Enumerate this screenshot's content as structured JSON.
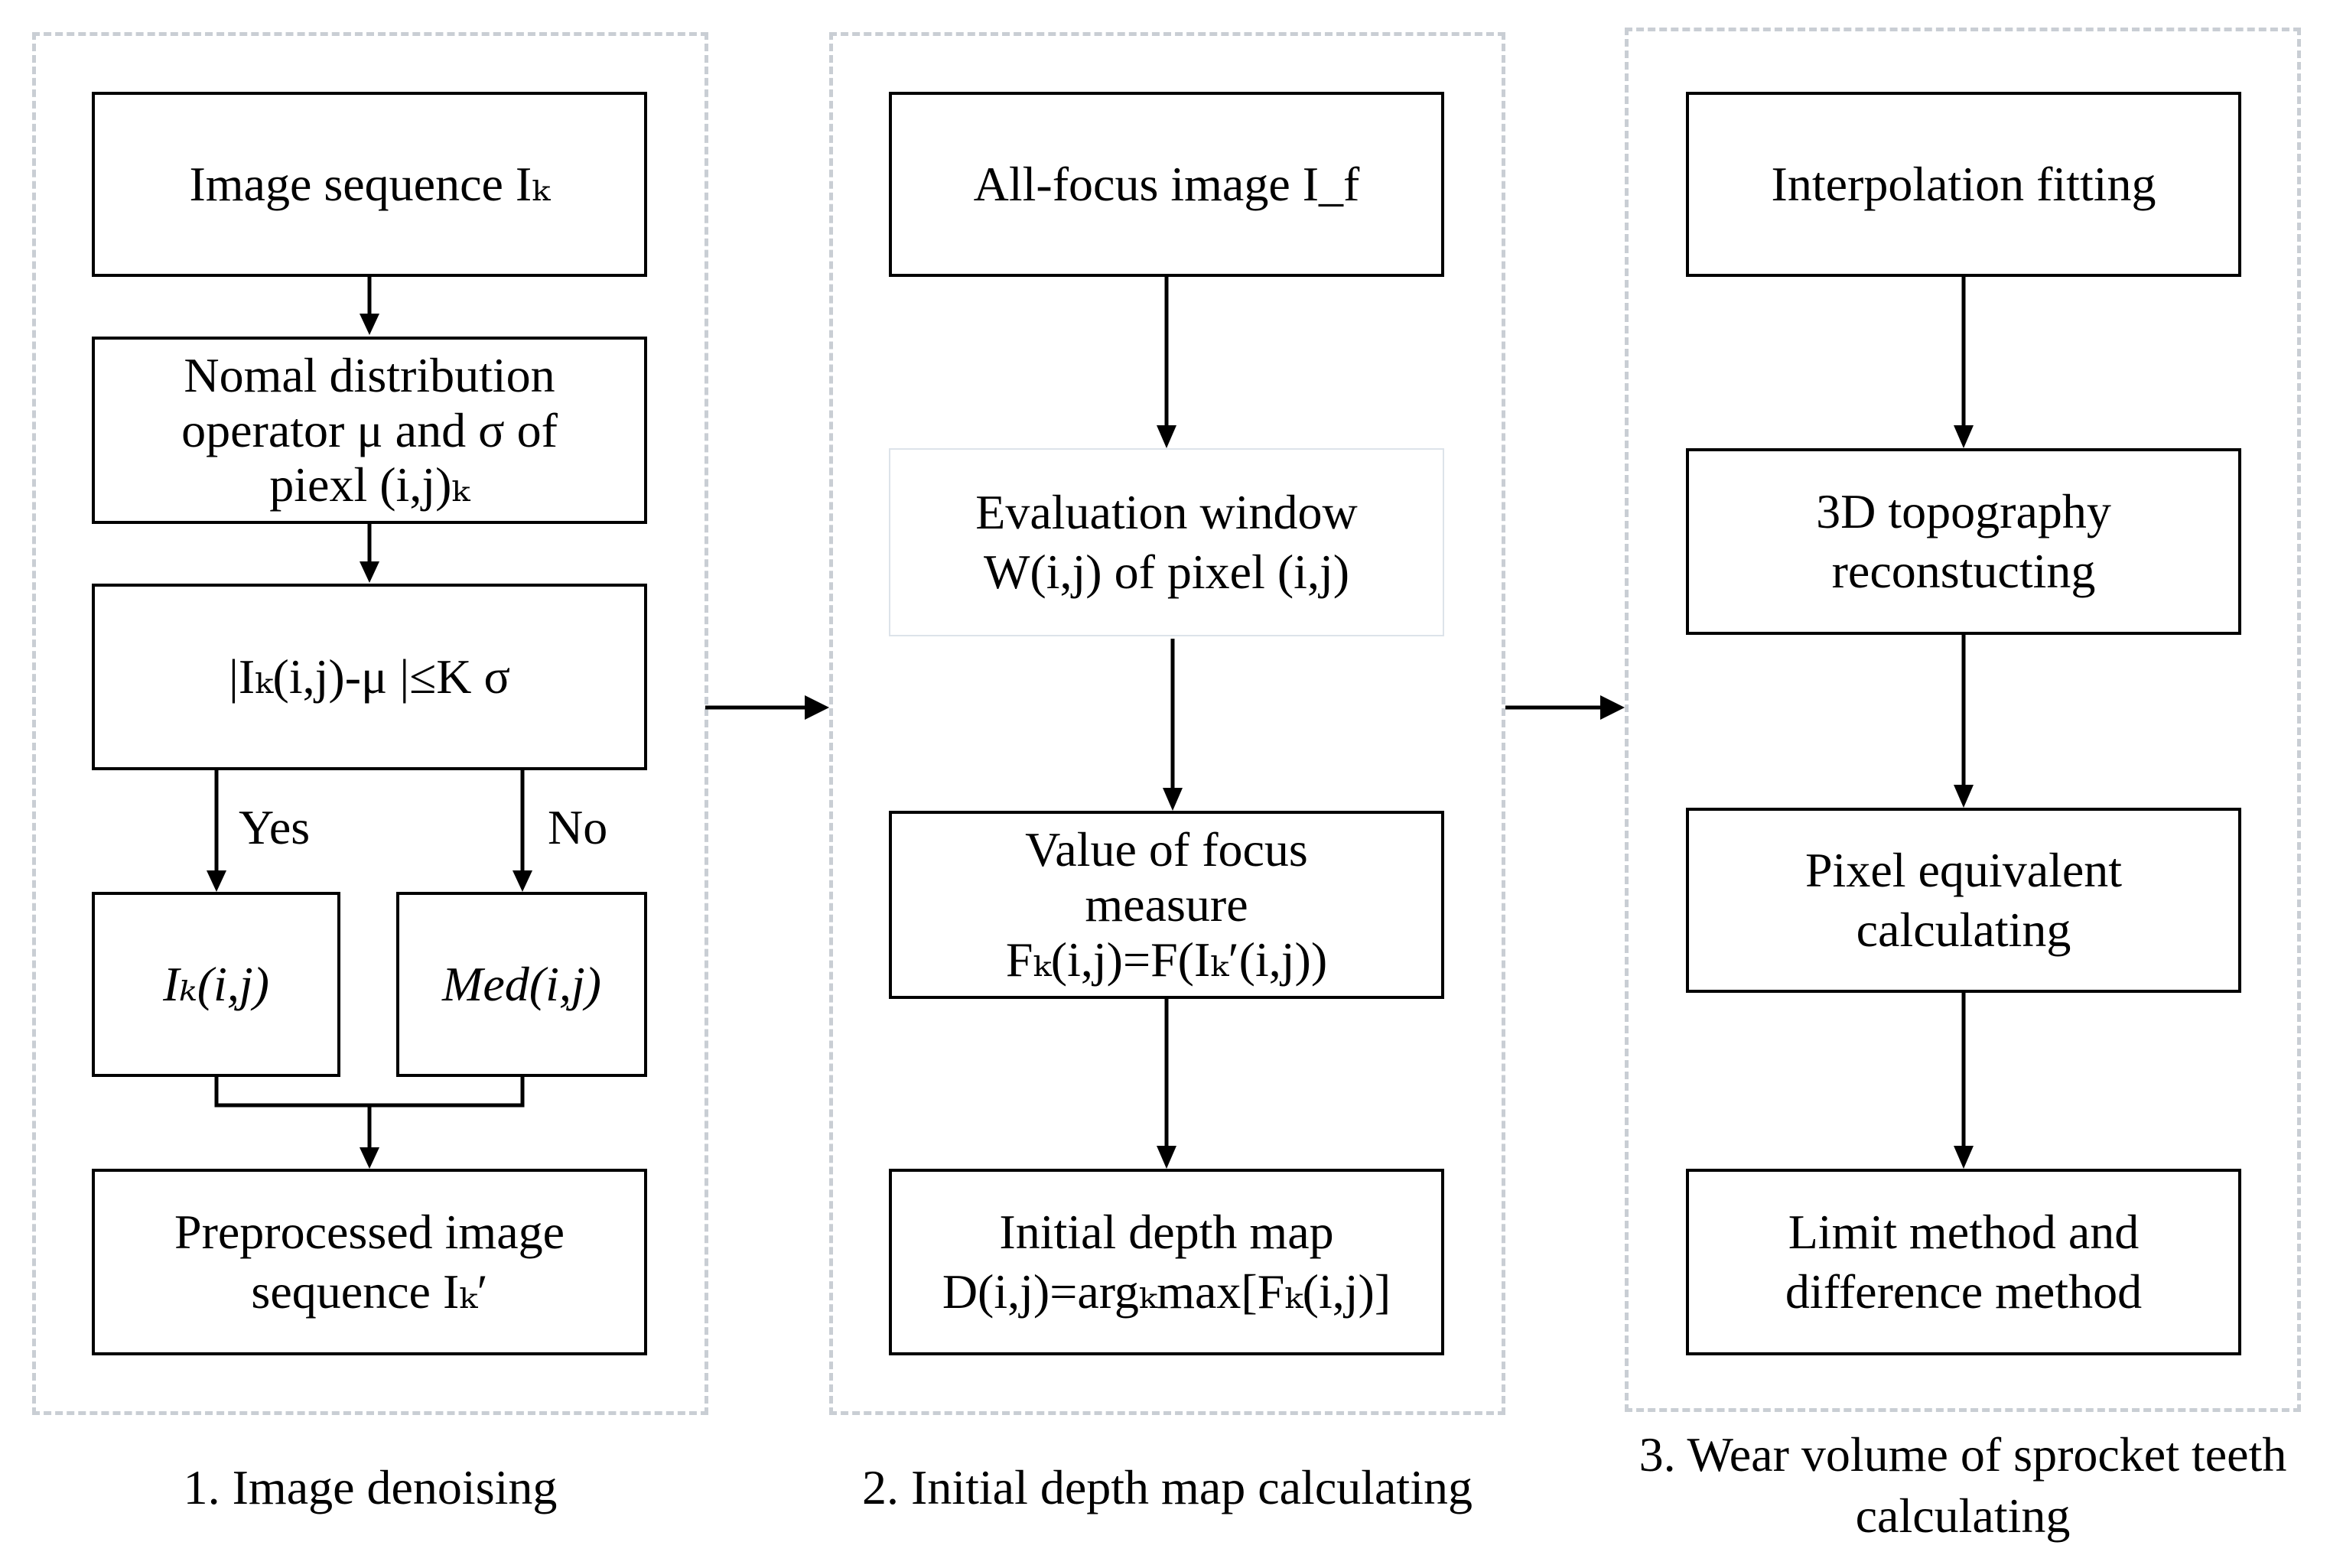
{
  "groups": [
    {
      "caption": "1. Image denoising"
    },
    {
      "caption": "2. Initial depth map calculating"
    },
    {
      "caption_lines": [
        "3. Wear volume of sprocket teeth",
        "calculating"
      ]
    }
  ],
  "col1": {
    "image_sequence": "Image sequence Iₖ",
    "normal_dist": [
      "Nomal distribution",
      "operator μ  and σ  of",
      "piexl (i,j)ₖ"
    ],
    "condition": "|Iₖ(i,j)-μ |≤K σ",
    "yes": "Yes",
    "no": "No",
    "yes_box": "Iₖ(i,j)",
    "no_box": "Med(i,j)",
    "preprocessed": [
      "Preprocessed image",
      "sequence Iₖ′"
    ]
  },
  "col2": {
    "all_focus": "All-focus image I_f",
    "eval_window": [
      "Evaluation window",
      "W(i,j) of pixel (i,j)"
    ],
    "focus_measure": [
      "Value of focus",
      "measure",
      "Fₖ(i,j)=F(Iₖ′(i,j))"
    ],
    "initial_depth": [
      "Initial depth map",
      "D(i,j)=argₖmax[Fₖ(i,j)]"
    ]
  },
  "col3": {
    "interpolation": "Interpolation fitting",
    "topography": [
      "3D topography",
      "reconstucting"
    ],
    "pixel_equiv": [
      "Pixel equivalent",
      "calculating"
    ],
    "limit_method": [
      "Limit method and",
      "difference method"
    ]
  }
}
